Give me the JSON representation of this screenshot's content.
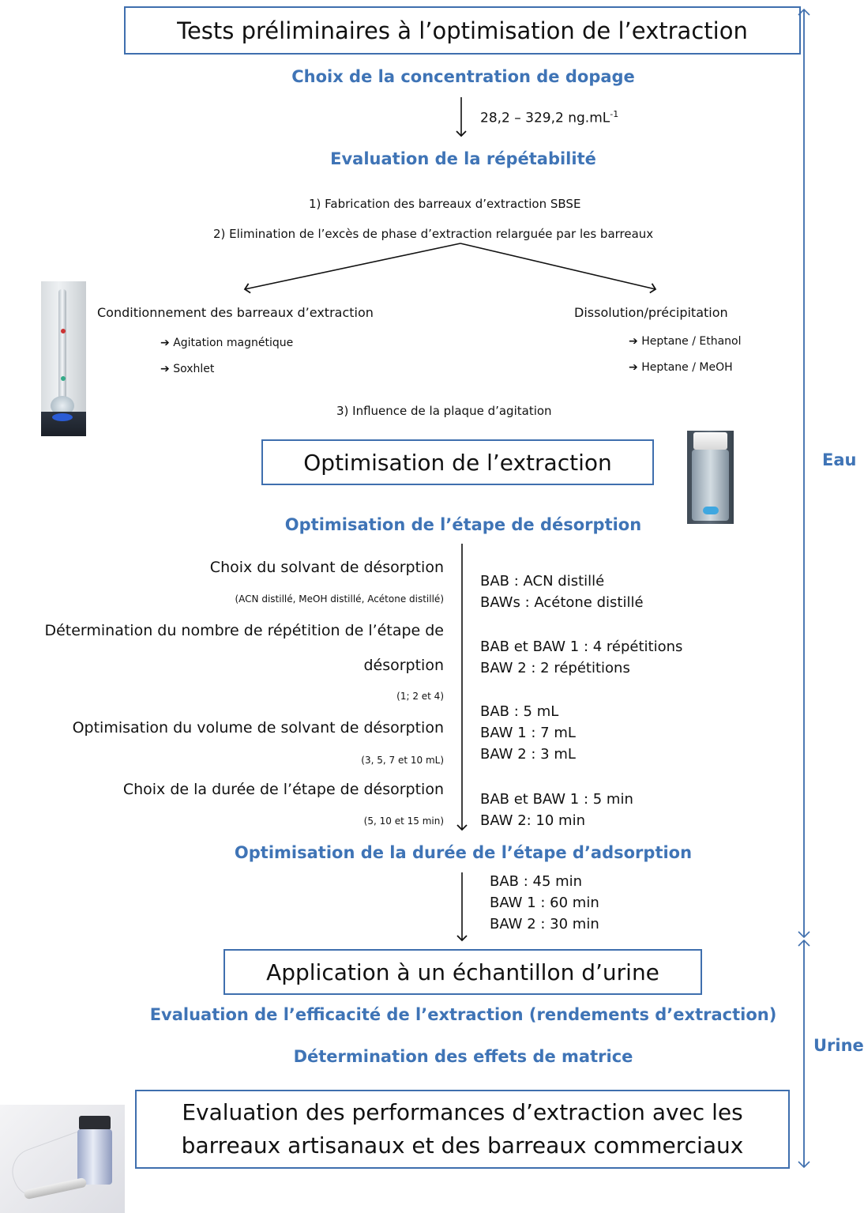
{
  "boxes": {
    "tests": "Tests préliminaires à l’optimisation de l’extraction",
    "optimisation": "Optimisation de l’extraction",
    "application": "Application à un échantillon d’urine",
    "evaluation_line1": "Evaluation des performances d’extraction avec les",
    "evaluation_line2": "barreaux artisanaux et des barreaux commerciaux"
  },
  "headings": {
    "choix_concentration": "Choix de la concentration de dopage",
    "repetabilite": "Evaluation de la répétabilité",
    "desorption": "Optimisation de l’étape de désorption",
    "adsorption": "Optimisation de la durée de l’étape d’adsorption",
    "efficacite": "Evaluation de l’efficacité de l’extraction (rendements d’extraction)",
    "effets_matrice": "Détermination des effets de matrice"
  },
  "concentration": {
    "range": "28,2 – 329,2 ng.mL",
    "superscript": "-1"
  },
  "repetabilite_steps": {
    "step1": "1) Fabrication des barreaux d’extraction SBSE",
    "step2": "2) Elimination de l’excès de phase d’extraction relarguée par les barreaux",
    "step3": "3) Influence de la plaque d’agitation"
  },
  "branches": {
    "left": {
      "title": "Conditionnement  des barreaux d’extraction",
      "items": [
        "Agitation magnétique",
        "Soxhlet"
      ]
    },
    "right": {
      "title": "Dissolution/précipitation",
      "items": [
        "Heptane / Ethanol",
        "Heptane / MeOH"
      ]
    }
  },
  "desorption_steps": [
    {
      "label": "Choix du solvant de désorption",
      "detail": "(ACN distillé, MeOH distillé, Acétone distillé)",
      "results": [
        "BAB : ACN distillé",
        "BAWs : Acétone distillé"
      ]
    },
    {
      "label_line1": "Détermination du nombre de répétition de l’étape de",
      "label_line2": "désorption",
      "detail": "(1; 2 et 4)",
      "results": [
        "BAB et BAW 1 : 4 répétitions",
        "BAW 2 : 2 répétitions"
      ]
    },
    {
      "label": "Optimisation du volume de solvant de désorption",
      "detail": "(3, 5, 7 et 10 mL)",
      "results": [
        "BAB : 5 mL",
        "BAW 1 : 7 mL",
        "BAW 2 : 3 mL"
      ]
    },
    {
      "label": "Choix de la durée de l’étape de désorption",
      "detail": "(5, 10 et 15 min)",
      "results": [
        "BAB et BAW 1 : 5 min",
        "BAW 2: 10 min"
      ]
    }
  ],
  "adsorption_results": [
    "BAB : 45 min",
    "BAW 1 : 60 min",
    "BAW 2 : 30 min"
  ],
  "side_labels": {
    "eau": "Eau",
    "urine": "Urine"
  },
  "arrow_glyph": "➔",
  "colors": {
    "accent": "#3f74b6",
    "box_border": "#3f6fae"
  }
}
